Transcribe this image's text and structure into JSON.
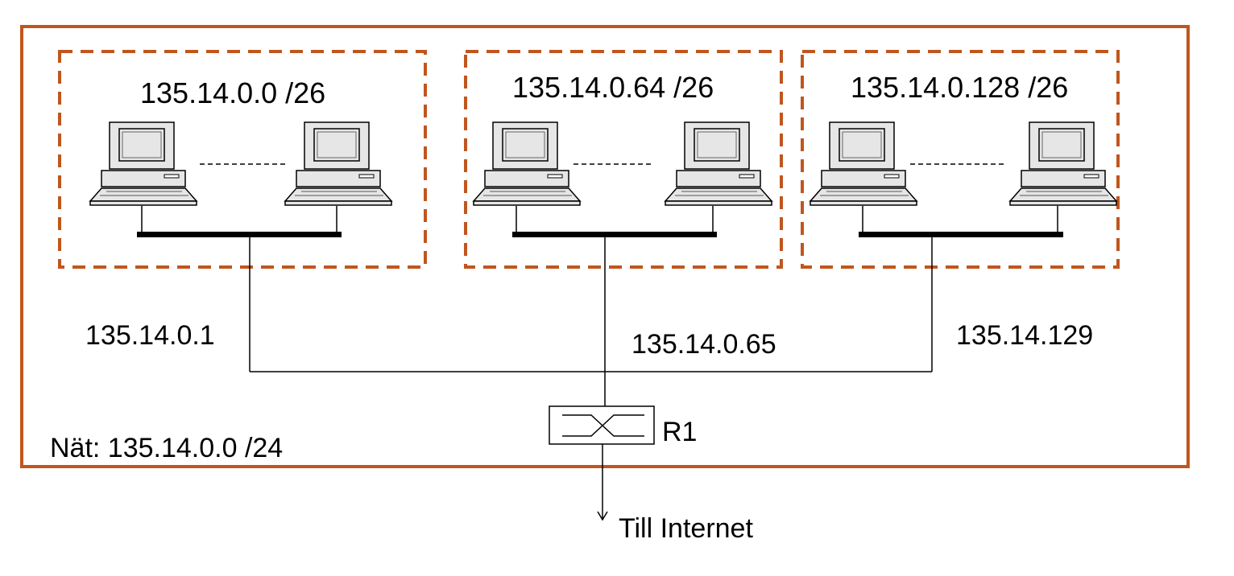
{
  "colors": {
    "frame": "#c0561e",
    "line": "#000000",
    "pc_fill": "#e6e6e6",
    "background": "#ffffff"
  },
  "network": {
    "label": "Nät: 135.14.0.0 /24"
  },
  "subnets": [
    {
      "label": "135.14.0.0 /26",
      "gateway_label": "135.14.0.1"
    },
    {
      "label": "135.14.0.64 /26",
      "gateway_label": "135.14.0.65"
    },
    {
      "label": "135.14.0.128 /26",
      "gateway_label": "135.14.129"
    }
  ],
  "router": {
    "label": "R1",
    "icon": "router-icon"
  },
  "internet": {
    "label": "Till Internet",
    "icon": "arrow-down-icon"
  },
  "icons": {
    "computer": "computer-icon"
  }
}
